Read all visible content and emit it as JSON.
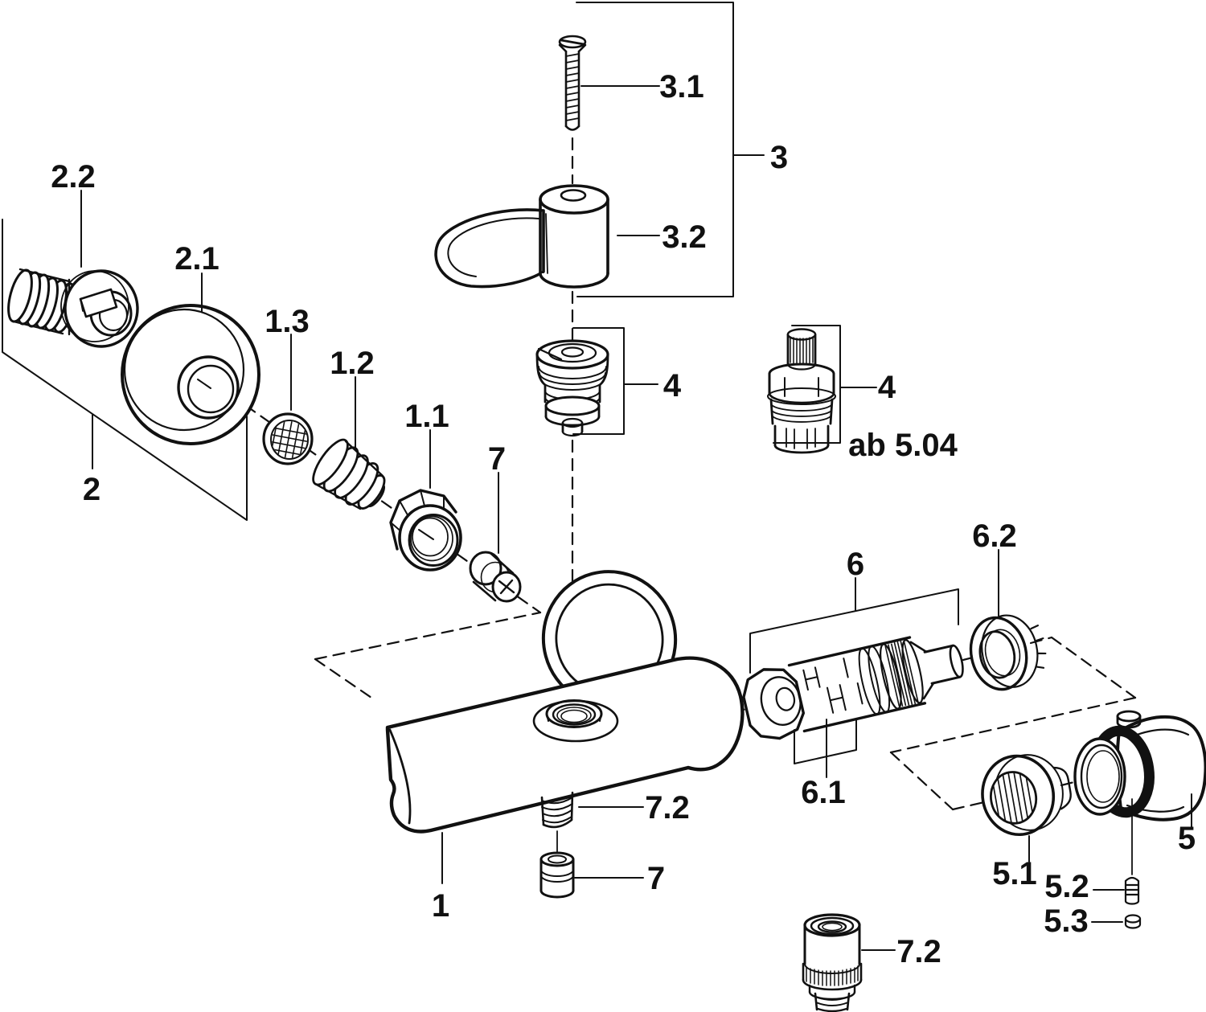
{
  "diagram": {
    "type": "exploded-parts-diagram",
    "background": "#ffffff",
    "line_color": "#111111",
    "callouts": {
      "c2_2": "2.2",
      "c2_1": "2.1",
      "c1_3": "1.3",
      "c1_2": "1.2",
      "c1_1": "1.1",
      "c7_top": "7",
      "c3_1": "3.1",
      "c3": "3",
      "c3_2": "3.2",
      "c4_left": "4",
      "c4_right": "4",
      "c_ab504": "ab 5.04",
      "c6": "6",
      "c6_2": "6.2",
      "c6_1": "6.1",
      "c5": "5",
      "c5_1": "5.1",
      "c5_2": "5.2",
      "c5_3": "5.3",
      "c7_2_body": "7.2",
      "c7_bottom": "7",
      "c1": "1",
      "c2": "2",
      "c7_2_bottom": "7.2"
    }
  }
}
